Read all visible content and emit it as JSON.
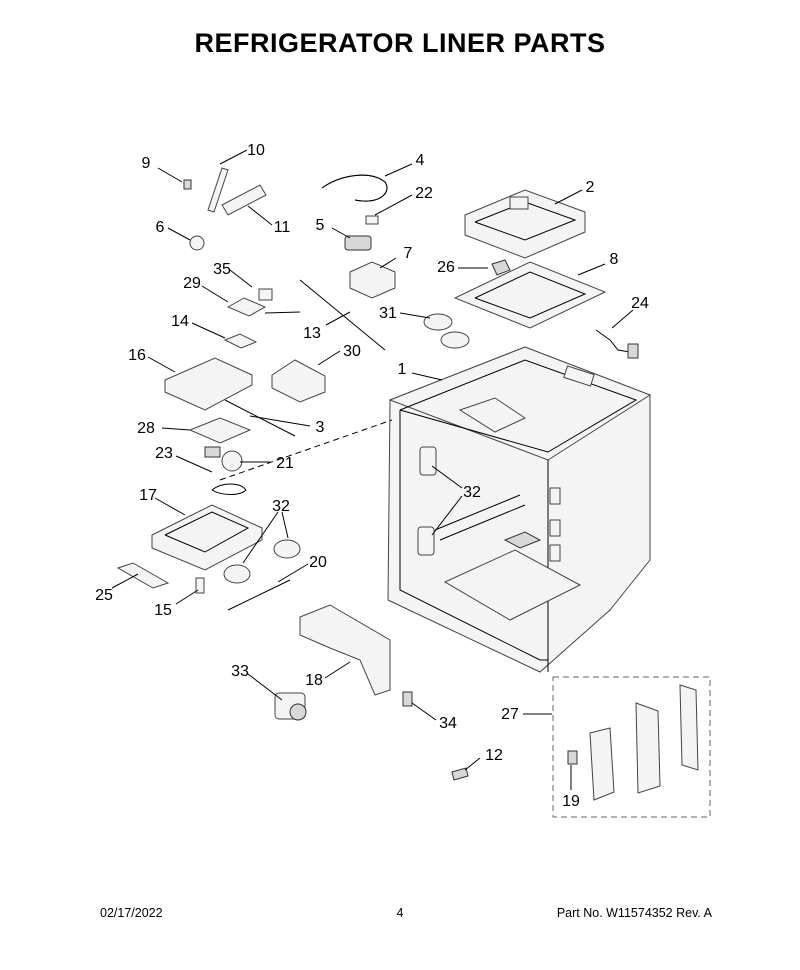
{
  "page": {
    "title": "REFRIGERATOR LINER PARTS"
  },
  "callouts": {
    "c1": "1",
    "c2": "2",
    "c3": "3",
    "c4": "4",
    "c5": "5",
    "c6": "6",
    "c7": "7",
    "c8": "8",
    "c9": "9",
    "c10": "10",
    "c11": "11",
    "c12": "12",
    "c13": "13",
    "c14": "14",
    "c15": "15",
    "c16": "16",
    "c17": "17",
    "c18": "18",
    "c19": "19",
    "c20": "20",
    "c21": "21",
    "c22": "22",
    "c23": "23",
    "c24": "24",
    "c25": "25",
    "c26": "26",
    "c27": "27",
    "c28": "28",
    "c29": "29",
    "c30": "30",
    "c31": "31",
    "c32a": "32",
    "c32b": "32",
    "c33": "33",
    "c34": "34",
    "c35": "35"
  },
  "footer": {
    "date": "02/17/2022",
    "page_number": "4",
    "part_number": "Part No.  W11574352  Rev.  A"
  }
}
